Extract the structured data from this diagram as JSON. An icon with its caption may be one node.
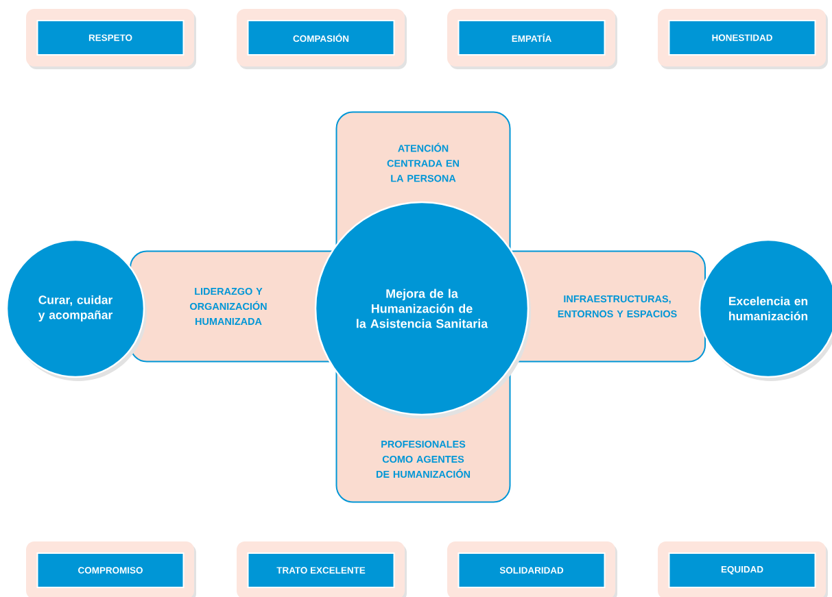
{
  "diagram": {
    "nodes": [
      {
        "text": [
          "RESPETO"
        ]
      },
      {
        "text": [
          "COMPASIÓN"
        ]
      },
      {
        "text": [
          "EMPATÍA"
        ]
      },
      {
        "text": [
          "HONESTIDAD"
        ]
      },
      {
        "text": [
          "ATENCIÓN CENTRADA EN LA PERSONA",
          "PROFESIONALES COMO AGENTES DE HUMANIZACIÓN"
        ]
      },
      {
        "text": [
          "Curar, cuidar y acompañar"
        ]
      },
      {
        "text": [
          "LIDERAZGO Y ORGANIZACIÓN HUMANIZADA",
          "INFRAESTRUCTURAS, ENTORNOS Y ESPACIOS"
        ]
      },
      {
        "text": [
          "Mejora de la Humanización de la Asistencia Sanitaria"
        ]
      },
      {
        "text": [
          "Excelencia en humanización"
        ]
      },
      {
        "text": [
          "COMPROMISO"
        ]
      },
      {
        "text": [
          "TRATO EXCELENTE"
        ]
      },
      {
        "text": [
          "SOLIDARIDAD"
        ]
      },
      {
        "text": [
          "EQUIDAD"
        ]
      }
    ]
  }
}
